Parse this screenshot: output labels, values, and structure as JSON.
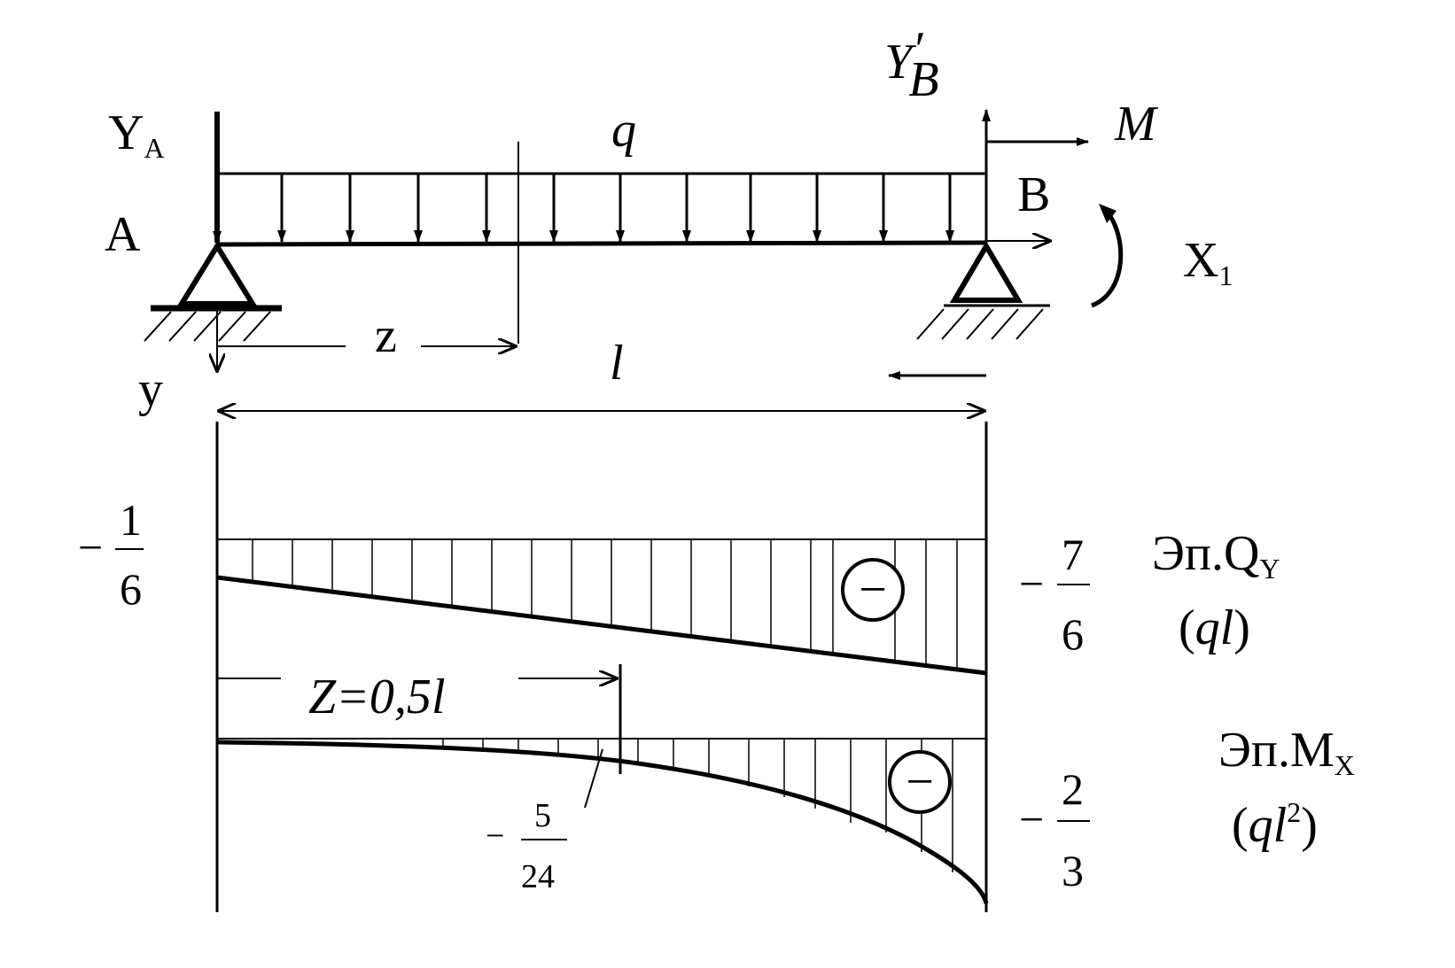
{
  "beam": {
    "label_A": "A",
    "label_B": "B",
    "reaction_A_main": "Y",
    "reaction_A_sub": "A",
    "reaction_B_main": "Y",
    "reaction_B_prime": "′",
    "reaction_B_sub": "B",
    "load_q": "q",
    "moment_M": "M",
    "unknown_main": "X",
    "unknown_sub": "1",
    "coord_z": "z",
    "coord_y": "y",
    "span_l": "l"
  },
  "shear_diagram": {
    "title_main": "Эп.Q",
    "title_sub": "Y",
    "units_open": "(",
    "units_q": "q",
    "units_l": "l",
    "units_close": ")",
    "left_sign": "−",
    "left_num": "1",
    "left_den": "6",
    "right_sign": "−",
    "right_num": "7",
    "right_den": "6",
    "sign_glyph": "−"
  },
  "moment_diagram": {
    "title_main": "Эп.M",
    "title_sub": "X",
    "units_open": "(",
    "units_q": "q",
    "units_l": "l",
    "units_exp": "2",
    "units_close": ")",
    "z_label_main": "Z=0,5",
    "z_label_l": "l",
    "mid_sign": "−",
    "mid_num": "5",
    "mid_den": "24",
    "right_sign": "−",
    "right_num": "2",
    "right_den": "3",
    "sign_glyph": "−"
  }
}
